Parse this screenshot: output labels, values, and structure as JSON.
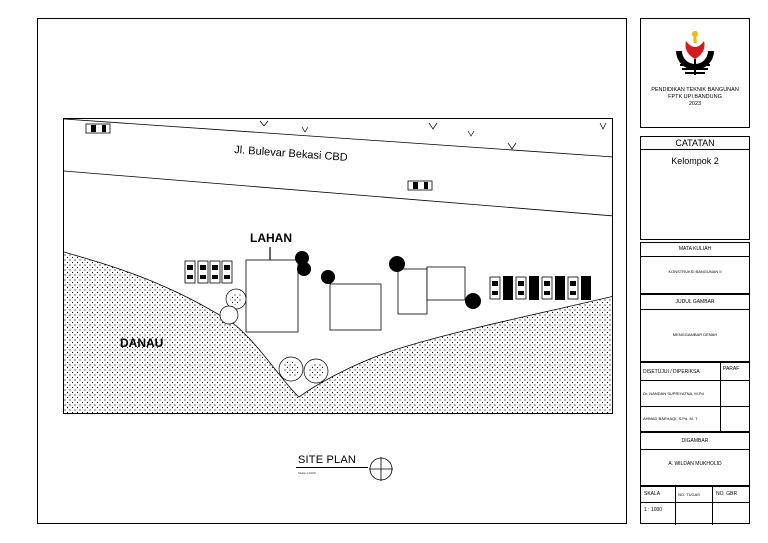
{
  "drawing": {
    "road_name": "Jl. Bulevar Bekasi CBD",
    "lahan_label": "LAHAN",
    "danau_label": "DANAU"
  },
  "site_plan": {
    "title": "SITE PLAN",
    "scale_note": "Skala 1:1000"
  },
  "title_block": {
    "institution_line1": "PENDIDIKAN TEKNIK BANGUNAN",
    "institution_line2": "FPTK UPI BANDUNG",
    "year": "2023",
    "catatan_header": "CATATAN",
    "catatan_value": "Kelompok 2",
    "mata_kuliah_header": "MATA KULIAH",
    "mata_kuliah_value": "KONSTRUKSI BANGUNAN II",
    "judul_gambar_header": "JUDUL GAMBAR",
    "judul_gambar_value": "MENGGAMBAR DENAH",
    "disetujui_header": "DISETUJUI / DIPERIKSA",
    "paraf_header": "PARAF",
    "approver_1": "Dr. NANDAN SUPRIYATNA, M.Pd",
    "approver_2": "AHMAD BAEHAQI, S.Pd, M. T",
    "digambar_header": "DIGAMBAR",
    "digambar_value": "A.  WILDAN MUKHOLID",
    "skala_header": "SKALA",
    "no_tugas_header": "NO. TUGAS",
    "no_gbr_header": "NO. GBR",
    "skala_value": "1 : 1000"
  },
  "colors": {
    "line": "#000000",
    "logo_red": "#d71920",
    "logo_yellow": "#f6b800"
  }
}
